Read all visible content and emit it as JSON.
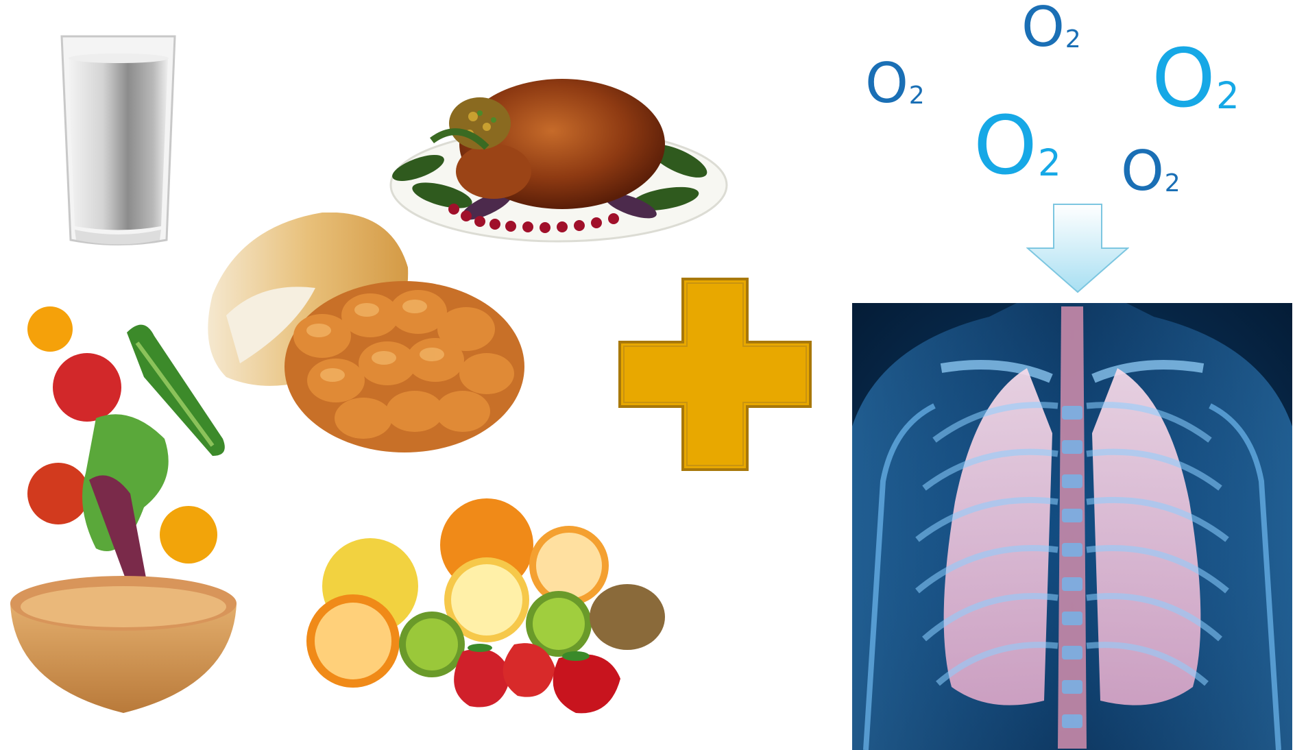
{
  "oxygen": {
    "labels": [
      {
        "main": "O",
        "sub": "2",
        "color": "#1a6fb5"
      },
      {
        "main": "O",
        "sub": "2",
        "color": "#1a6fb5"
      },
      {
        "main": "O",
        "sub": "2",
        "color": "#16a8e6"
      },
      {
        "main": "O",
        "sub": "2",
        "color": "#16a8e6"
      },
      {
        "main": "O",
        "sub": "2",
        "color": "#1a6fb5"
      }
    ]
  },
  "colors": {
    "plus": "#e8a800",
    "plus_border": "#a8780a",
    "arrow_fill_top": "#ffffff",
    "arrow_fill_bottom": "#a8dff2",
    "arrow_border": "#7cc6e0",
    "xray_bg": "#062a4a",
    "xray_glow": "#3f9ee8",
    "lung": "#f2c9de"
  },
  "icons": [
    "milk-glass-icon",
    "roast-turkey-icon",
    "bread-icon",
    "salad-bowl-icon",
    "fruits-icon",
    "plus-icon",
    "down-arrow-icon",
    "lungs-xray-icon"
  ]
}
